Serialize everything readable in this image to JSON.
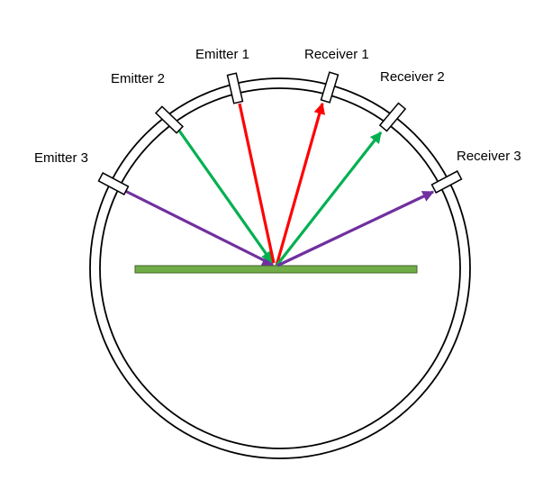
{
  "labels": {
    "emitter_1": "Emitter 1",
    "emitter_2": "Emitter 2",
    "emitter_3": "Emitter 3",
    "receiver_1": "Receiver 1",
    "receiver_2": "Receiver 2",
    "receiver_3": "Receiver 3"
  },
  "colors": {
    "pair_1": "#ff0000",
    "pair_2": "#00b050",
    "pair_3": "#7030a0",
    "sample_fill": "#70ad47",
    "sample_stroke": "#41642a",
    "outline": "#000000"
  }
}
